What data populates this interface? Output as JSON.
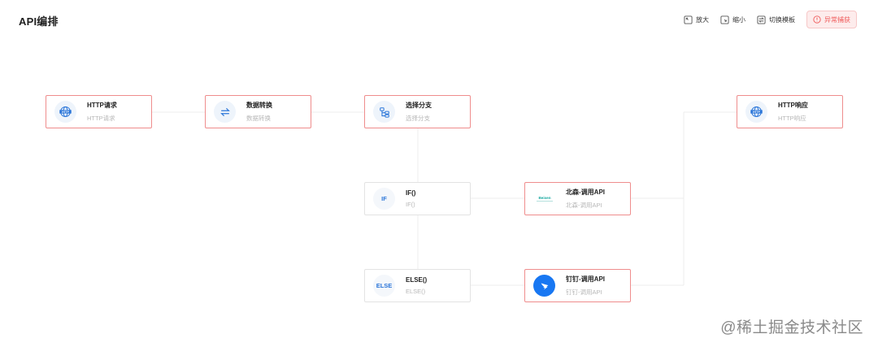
{
  "header": {
    "title": "API编排"
  },
  "toolbar": {
    "zoom_in": "放大",
    "zoom_out": "缩小",
    "switch_template": "切换模板",
    "exception_capture": "异常捕获"
  },
  "colors": {
    "node_border_active": "#ef8d8d",
    "node_border_idle": "#e3e3e3",
    "accent_blue": "#2b76d9",
    "exception_bg": "#fdecec",
    "exception_text": "#f05a5a"
  },
  "nodes": {
    "http_request": {
      "name": "HTTP请求",
      "sub": "HTTP请求",
      "icon": "globe-http-icon"
    },
    "data_transform": {
      "name": "数据转换",
      "sub": "数据转换",
      "icon": "swap-arrows-icon"
    },
    "select_branch": {
      "name": "选择分支",
      "sub": "选择分支",
      "icon": "branch-tree-icon"
    },
    "http_response": {
      "name": "HTTP响应",
      "sub": "HTTP响应",
      "icon": "globe-http-icon"
    },
    "if_branch": {
      "name": "IF()",
      "sub": "IF()",
      "icon_text": "IF"
    },
    "beisen_api": {
      "name": "北森-调用API",
      "sub": "北森-调用API",
      "icon_text": "Beisen"
    },
    "else_branch": {
      "name": "ELSE()",
      "sub": "ELSE()",
      "icon_text": "ELSE"
    },
    "dingtalk_api": {
      "name": "钉钉-调用API",
      "sub": "钉钉-调用API",
      "icon": "dingtalk-icon"
    }
  },
  "watermark": "@稀土掘金技术社区"
}
